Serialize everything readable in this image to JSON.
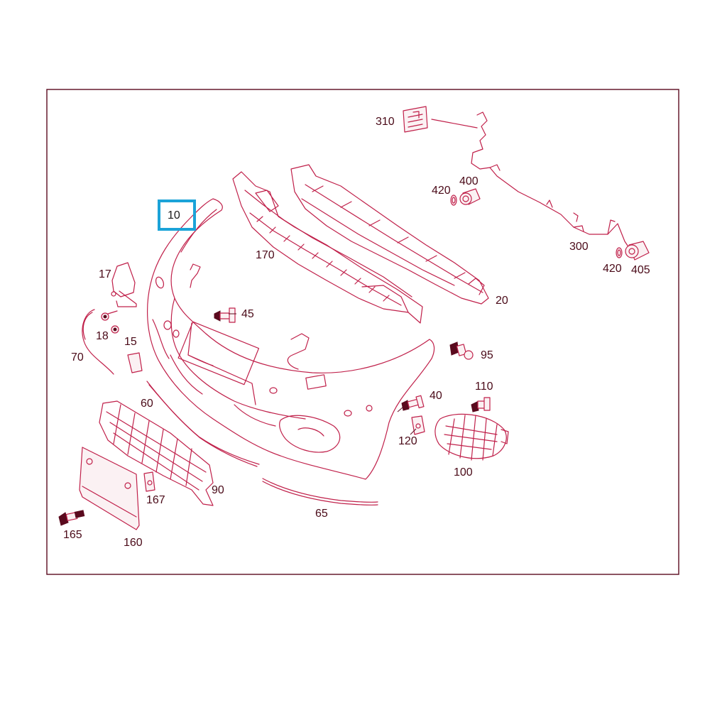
{
  "diagram": {
    "highlighted_part": "10",
    "highlight_color": "#1ba3d8",
    "line_color": "#c0204a",
    "text_color": "#4a0a18",
    "callouts": {
      "p10": "10",
      "p15": "15",
      "p17": "17",
      "p18": "18",
      "p20": "20",
      "p40": "40",
      "p45": "45",
      "p60": "60",
      "p65": "65",
      "p70": "70",
      "p90": "90",
      "p95": "95",
      "p100": "100",
      "p110": "110",
      "p120": "120",
      "p160": "160",
      "p165": "165",
      "p167": "167",
      "p170": "170",
      "p300": "300",
      "p310": "310",
      "p400": "400",
      "p405": "405",
      "p420a": "420",
      "p420b": "420"
    }
  }
}
